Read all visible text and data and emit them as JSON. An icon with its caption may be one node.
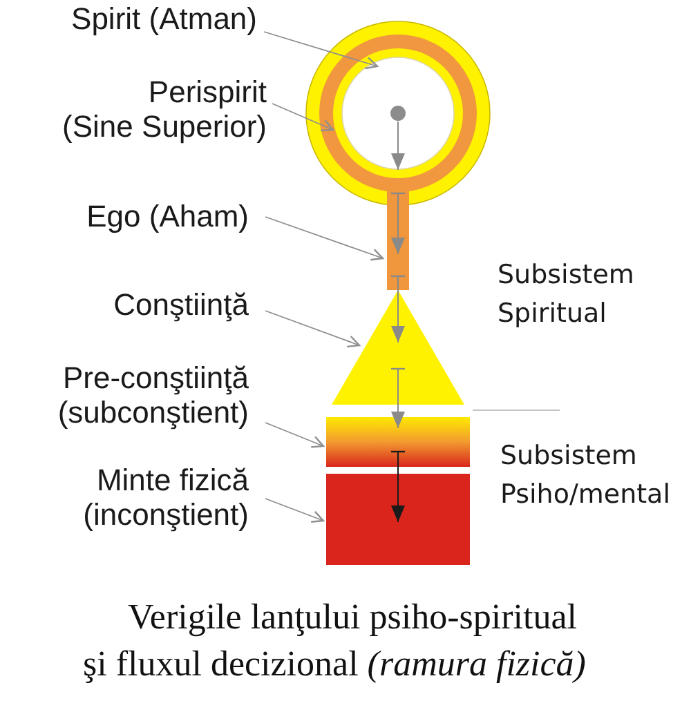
{
  "diagram": {
    "caption": "Verigile lanţului psiho-spiritual şi fluxul decizional *(ramura fizică)*",
    "nodes": [
      {
        "text": [
          "Spirit (Atman)"
        ]
      },
      {
        "text": [
          "Perispirit (Sine Superior)"
        ]
      },
      {
        "text": [
          "Ego (Aham)"
        ]
      },
      {
        "text": [
          "Conştiinţă"
        ]
      },
      {
        "text": [
          "Pre-conştiinţă (subconştient)"
        ]
      },
      {
        "text": [
          "Minte fizică (inconştient)"
        ]
      },
      {
        "text": [],
        "shape": "circle"
      },
      {
        "text": [],
        "shape": "circle",
        "in": 6
      },
      {
        "text": [],
        "shape": "circle",
        "in": 7
      },
      {
        "text": [],
        "shape": "bar"
      },
      {
        "text": [],
        "shape": "triangle"
      },
      {
        "text": [],
        "shape": "box"
      },
      {
        "text": [],
        "shape": "box"
      }
    ],
    "edges": [
      {
        "from": 0,
        "to": 7,
        "arrow": "to"
      },
      {
        "from": 1,
        "to": 6,
        "arrow": "to"
      },
      {
        "from": 2,
        "to": 9,
        "arrow": "to"
      },
      {
        "from": 3,
        "to": 10,
        "arrow": "to"
      },
      {
        "from": 4,
        "to": 11,
        "arrow": "to"
      },
      {
        "from": 5,
        "to": 12,
        "arrow": "to"
      },
      {
        "from": 8,
        "to": 9,
        "arrow": "to"
      },
      {
        "from": 6,
        "to": 9,
        "arrow": "to"
      },
      {
        "from": 9,
        "to": 10,
        "arrow": "to"
      },
      {
        "from": 10,
        "to": 11,
        "arrow": "to"
      },
      {
        "from": 11,
        "to": 12,
        "arrow": "to",
        "color": "#1a1a1a"
      }
    ],
    "labels": [
      "Subsistem Spiritual",
      "Subsistem Psiho/mental"
    ]
  }
}
